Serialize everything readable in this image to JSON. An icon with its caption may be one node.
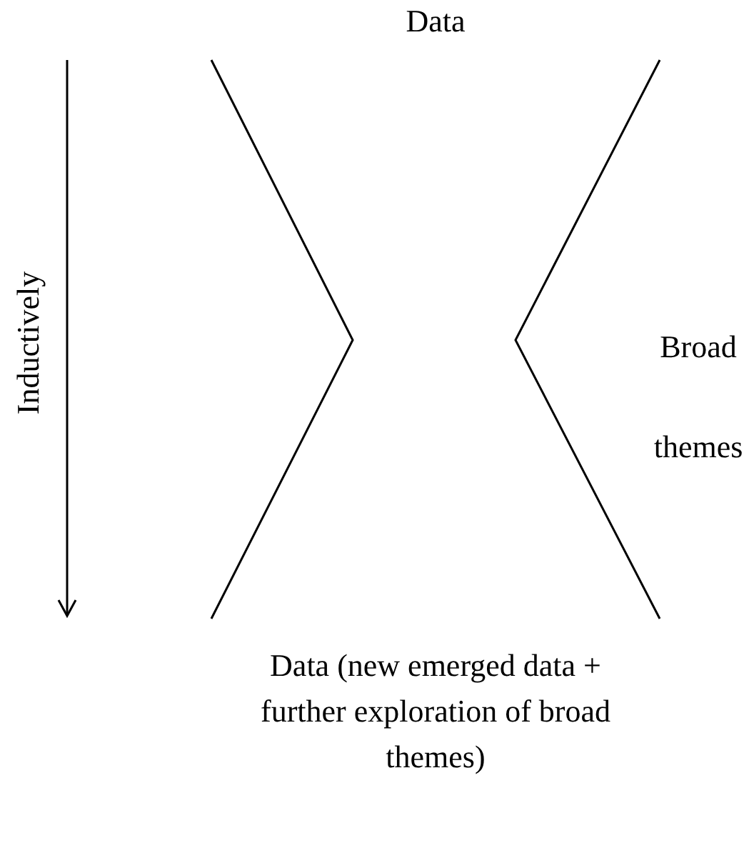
{
  "diagram": {
    "labels": [
      "Data",
      "Inductively",
      "Broad themes",
      "Data (new emerged data + further exploration of broad themes)"
    ]
  }
}
